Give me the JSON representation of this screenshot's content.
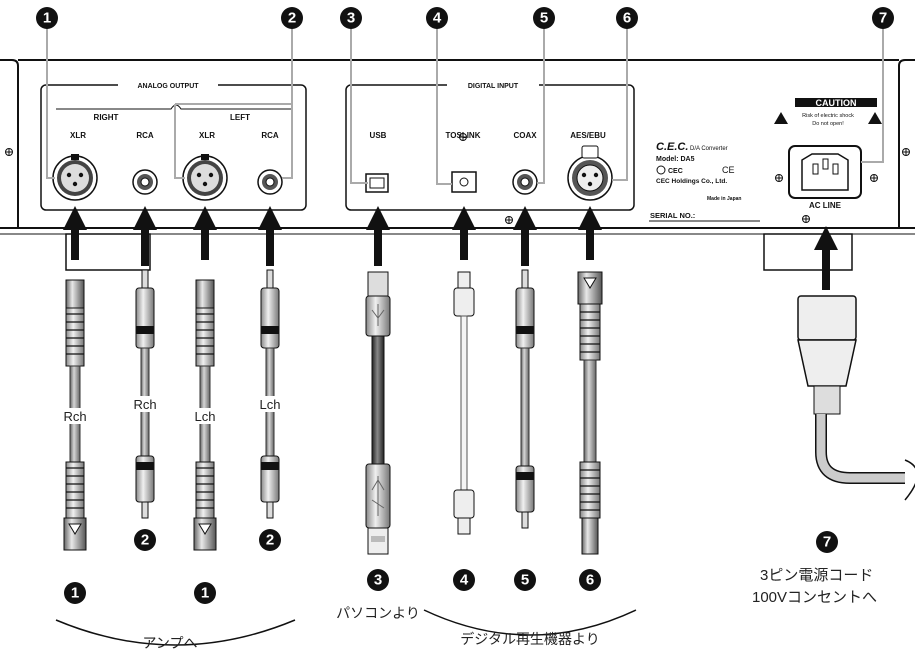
{
  "panel": {
    "analog_output": "ANALOG OUTPUT",
    "right": "RIGHT",
    "left": "LEFT",
    "xlr": "XLR",
    "rca": "RCA",
    "digital_input": "DIGITAL INPUT",
    "usb": "USB",
    "toslink": "TOSLINK",
    "coax": "COAX",
    "aes_ebu": "AES/EBU",
    "serial_no": "SERIAL NO.:",
    "ac_line": "AC LINE"
  },
  "caution": {
    "title": "CAUTION",
    "line1": "Risk of electric shock",
    "line2": "Do not open!"
  },
  "label_plate": {
    "brand": "C.E.C.",
    "product": "D/A Converter",
    "model": "Model: DA5",
    "cec": "CEC",
    "ce": "CE",
    "holdings": "CEC Holdings Co., Ltd.",
    "made_in": "Made in Japan"
  },
  "channel_labels": {
    "rch_xlr": "Rch",
    "rch_rca": "Rch",
    "lch_xlr": "Lch",
    "lch_rca": "Lch"
  },
  "markers": {
    "m1": "1",
    "m2": "2",
    "m3": "3",
    "m4": "4",
    "m5": "5",
    "m6": "6",
    "m7": "7"
  },
  "captions": {
    "amp": "アンプへ",
    "pc": "パソコンより",
    "digital_source": "デジタル再生機器より",
    "power_line1": "3ピン電源コード",
    "power_line2": "100Vコンセントへ"
  }
}
